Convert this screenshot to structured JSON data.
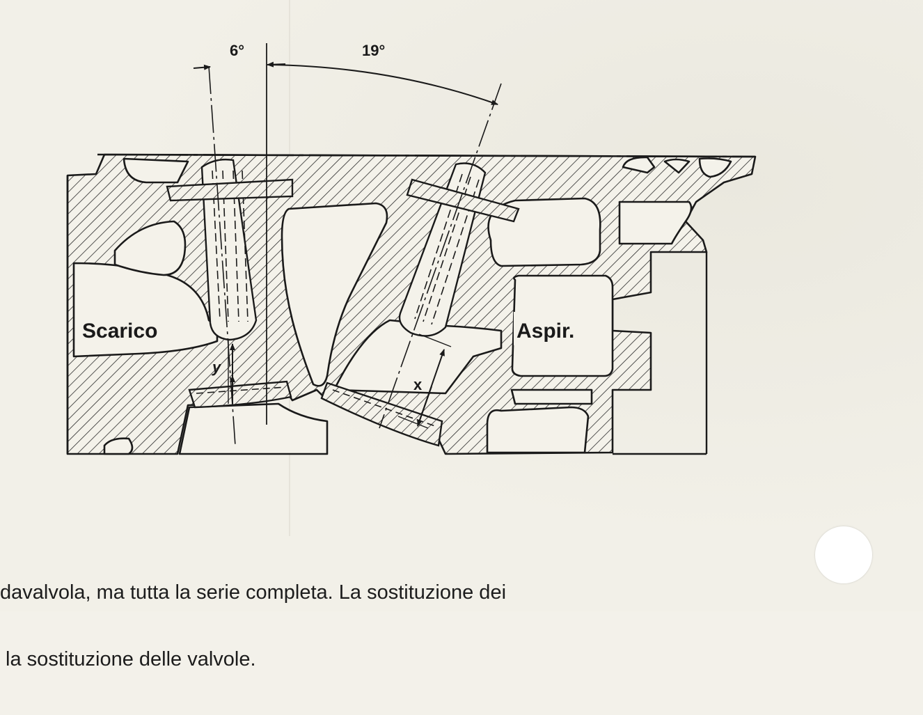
{
  "drawing": {
    "angle_left": "6°",
    "angle_right": "19°",
    "label_exhaust": "Scarico",
    "label_intake": "Aspir.",
    "dim_y": "y",
    "dim_x": "x"
  },
  "caption": {
    "line1": "davalvola, ma tutta la serie completa. La sostituzione dei",
    "line2": " la sostituzione delle valvole."
  },
  "colors": {
    "paper": "#f2f0e8",
    "ink": "#1a1a1a"
  }
}
